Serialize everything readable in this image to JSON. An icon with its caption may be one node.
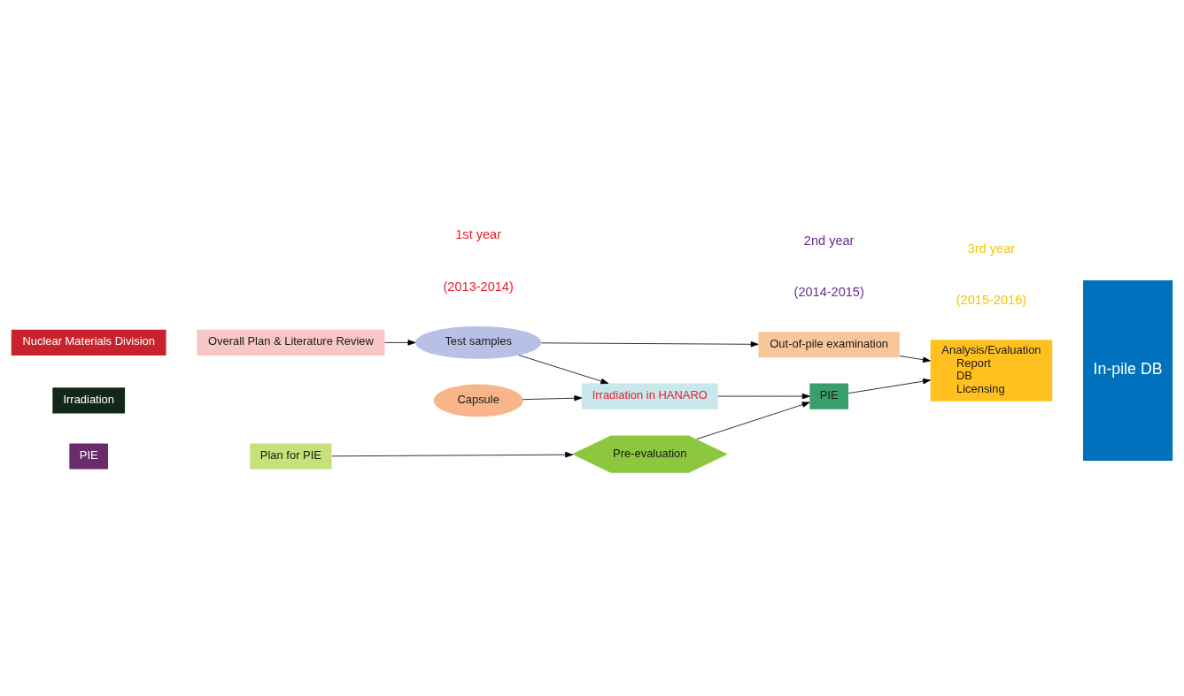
{
  "diagram": {
    "nodes": [
      {
        "text": [
          "Nuclear Materials Division"
        ]
      },
      {
        "text": [
          "Irradiation"
        ]
      },
      {
        "text": [
          "PIE"
        ]
      },
      {
        "text": [
          "In-pile DB"
        ]
      },
      {
        "text": [
          "Overall Plan & Literature Review"
        ]
      },
      {
        "text": [
          "Test samples"
        ]
      },
      {
        "text": [
          "Out-of-pile examination"
        ]
      },
      {
        "text": [
          "Analysis/Evaluation",
          "Report",
          "DB",
          "Licensing"
        ]
      },
      {
        "text": [
          "Capsule"
        ]
      },
      {
        "text": [
          "Irradiation in HANARO"
        ]
      },
      {
        "text": [
          "Plan for PIE"
        ]
      },
      {
        "text": [
          "Pre-evaluation"
        ]
      },
      {
        "text": [
          "PIE"
        ]
      }
    ],
    "edges": [
      {
        "from": 4,
        "to": 5,
        "arrow": "to"
      },
      {
        "from": 5,
        "to": 6,
        "arrow": "to"
      },
      {
        "from": 6,
        "to": 7,
        "arrow": "to"
      },
      {
        "from": 5,
        "to": 9,
        "arrow": "to"
      },
      {
        "from": 8,
        "to": 9,
        "arrow": "to"
      },
      {
        "from": 9,
        "to": 12,
        "arrow": "to"
      },
      {
        "from": 10,
        "to": 11,
        "arrow": "to"
      },
      {
        "from": 11,
        "to": 12,
        "arrow": "to"
      },
      {
        "from": 12,
        "to": 7,
        "arrow": "to"
      }
    ],
    "labels": [
      "1st year",
      "(2013-2014)",
      "2nd year",
      "(2014-2015)",
      "3rd year",
      "(2015-2016)"
    ]
  }
}
